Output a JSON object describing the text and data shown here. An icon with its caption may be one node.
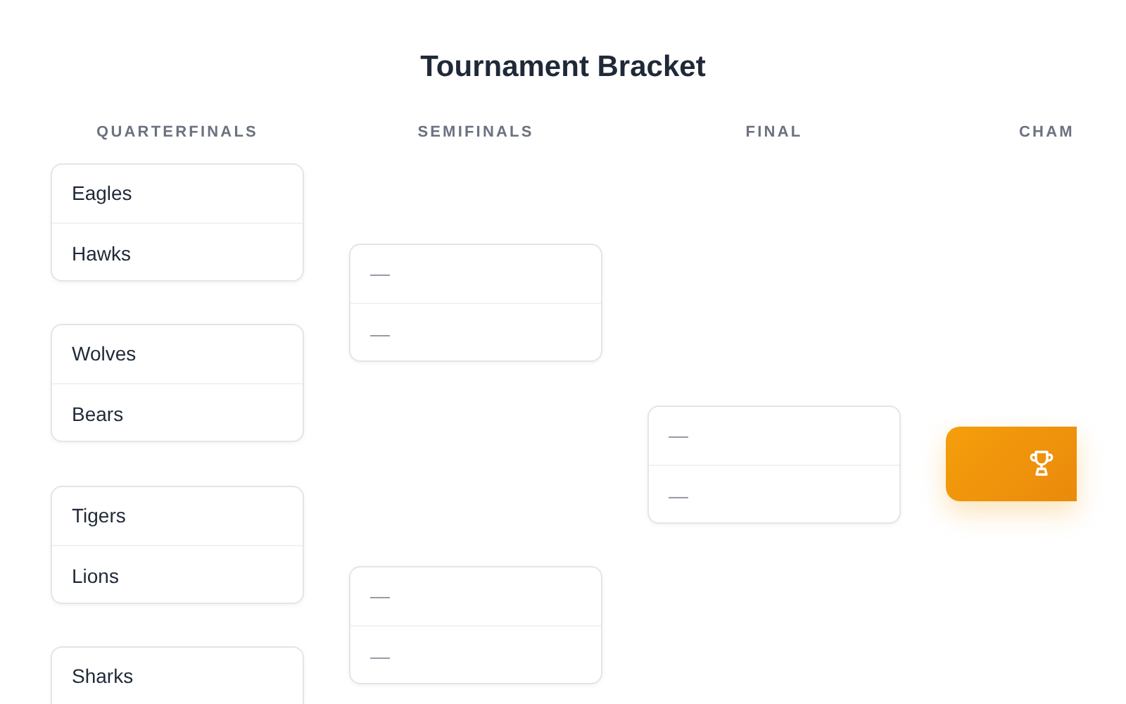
{
  "diagram": {
    "title": "Tournament Bracket",
    "nodes": [
      {
        "text": [
          "Eagles",
          "Hawks"
        ]
      },
      {
        "text": [
          "Wolves",
          "Bears"
        ]
      },
      {
        "text": [
          "Tigers",
          "Lions"
        ]
      },
      {
        "text": [
          "Sharks"
        ]
      },
      {
        "text": [
          "—",
          "—"
        ]
      },
      {
        "text": [
          "—",
          "—"
        ]
      },
      {
        "text": [
          "—",
          "—"
        ]
      },
      {
        "text": [],
        "shape": "box"
      }
    ],
    "labels": [
      "QUARTERFINALS",
      "SEMIFINALS",
      "FINAL",
      "CHAM"
    ]
  }
}
